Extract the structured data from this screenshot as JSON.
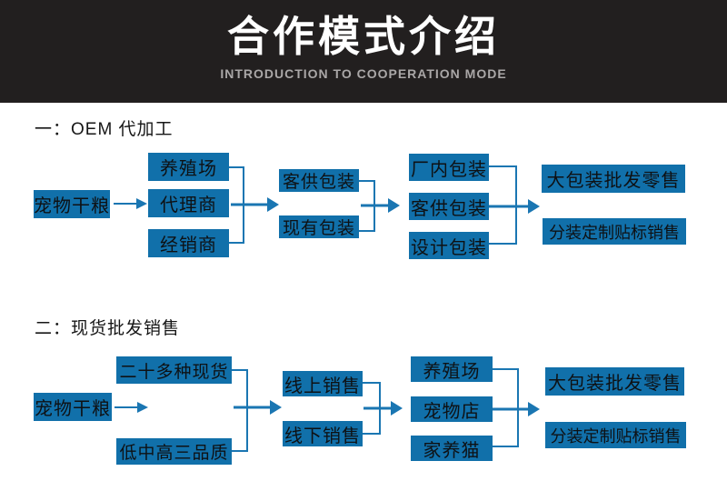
{
  "header": {
    "title": "合作模式介绍",
    "subtitle": "INTRODUCTION TO COOPERATION MODE"
  },
  "sections": [
    {
      "label": "一：OEM 代加工",
      "source": "宠物干粮",
      "col2": [
        "养殖场",
        "代理商",
        "经销商"
      ],
      "col3": [
        "客供包装",
        "现有包装"
      ],
      "col4": [
        "厂内包装",
        "客供包装",
        "设计包装"
      ],
      "col5": [
        "大包装批发零售",
        "分装定制贴标销售"
      ]
    },
    {
      "label": "二：现货批发销售",
      "source": "宠物干粮",
      "col2": [
        "二十多种现货",
        "低中高三品质"
      ],
      "col3": [
        "线上销售",
        "线下销售"
      ],
      "col4": [
        "养殖场",
        "宠物店",
        "家养猫"
      ],
      "col5": [
        "大包装批发零售",
        "分装定制贴标销售"
      ]
    }
  ],
  "colors": {
    "box_blue": "#1170aa",
    "connector_blue": "#1a76b2",
    "banner_background": "#221f1f",
    "title_white": "#ffffff",
    "subtitle_gray": "#aaa7a7",
    "box_text": "#0e1114",
    "label_text": "#161616"
  }
}
